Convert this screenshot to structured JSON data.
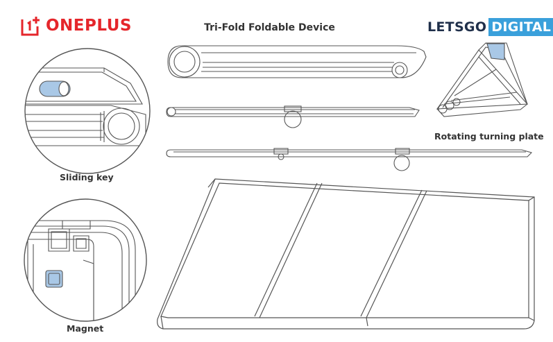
{
  "brand": {
    "oneplus_logo_text": "ONEPLUS",
    "oneplus_mark": "1+",
    "letsgo_left": "LETSGO",
    "letsgo_right": "DIGITAL"
  },
  "title": "Tri-Fold Foldable Device",
  "captions": {
    "sliding_key": "Sliding key",
    "magnet": "Magnet",
    "rotating_plate": "Rotating turning plate"
  },
  "colors": {
    "oneplus_red": "#e5262b",
    "letsgo_navy": "#1f2f4a",
    "letsgo_blue": "#3aa0db",
    "line": "#555555",
    "accent_blue": "#a9c8e6"
  }
}
